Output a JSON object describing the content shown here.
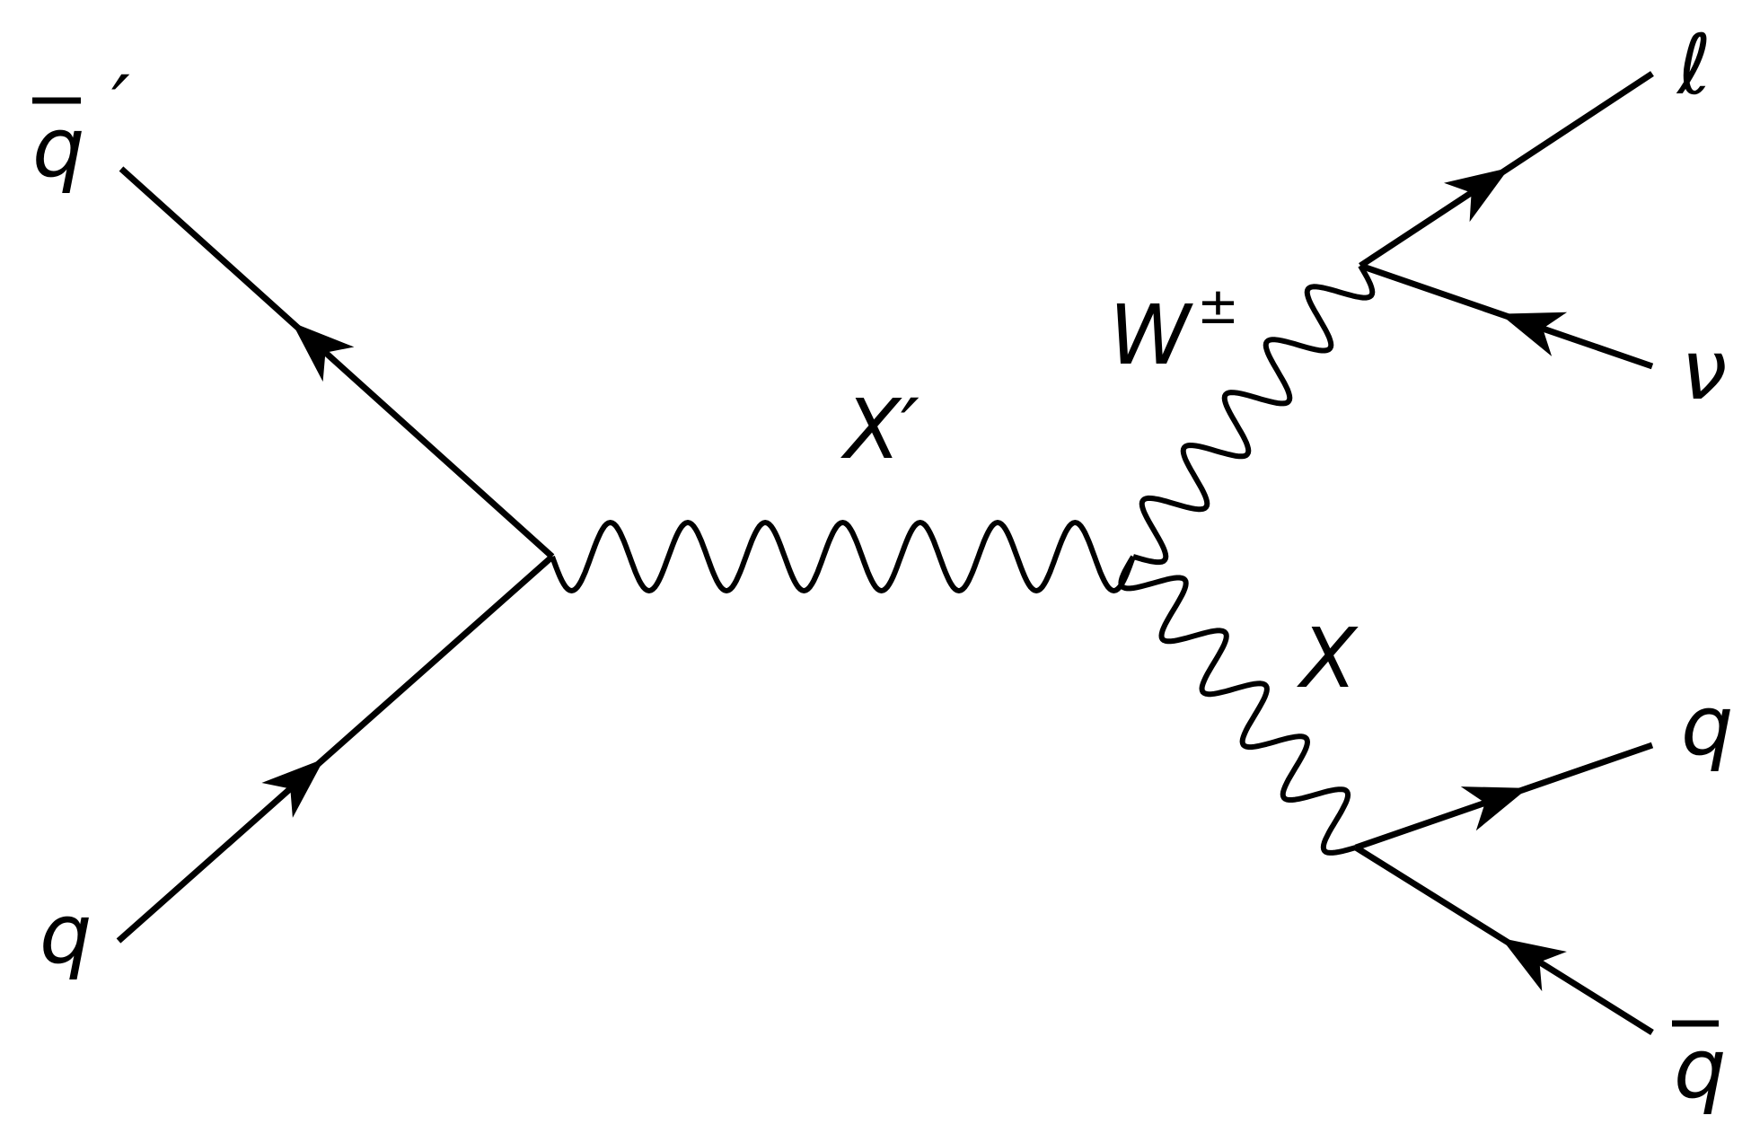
{
  "diagram": {
    "type": "feynman",
    "particles": {
      "antiquark_prime": {
        "symbol": "q",
        "prime": "′"
      },
      "quark_in": "q",
      "x_prime": "X′",
      "w": {
        "symbol": "W",
        "charge": "±"
      },
      "x": "X",
      "lepton": "ℓ",
      "neutrino": "ν",
      "quark_out": "q",
      "antiquark_out": "q"
    }
  }
}
